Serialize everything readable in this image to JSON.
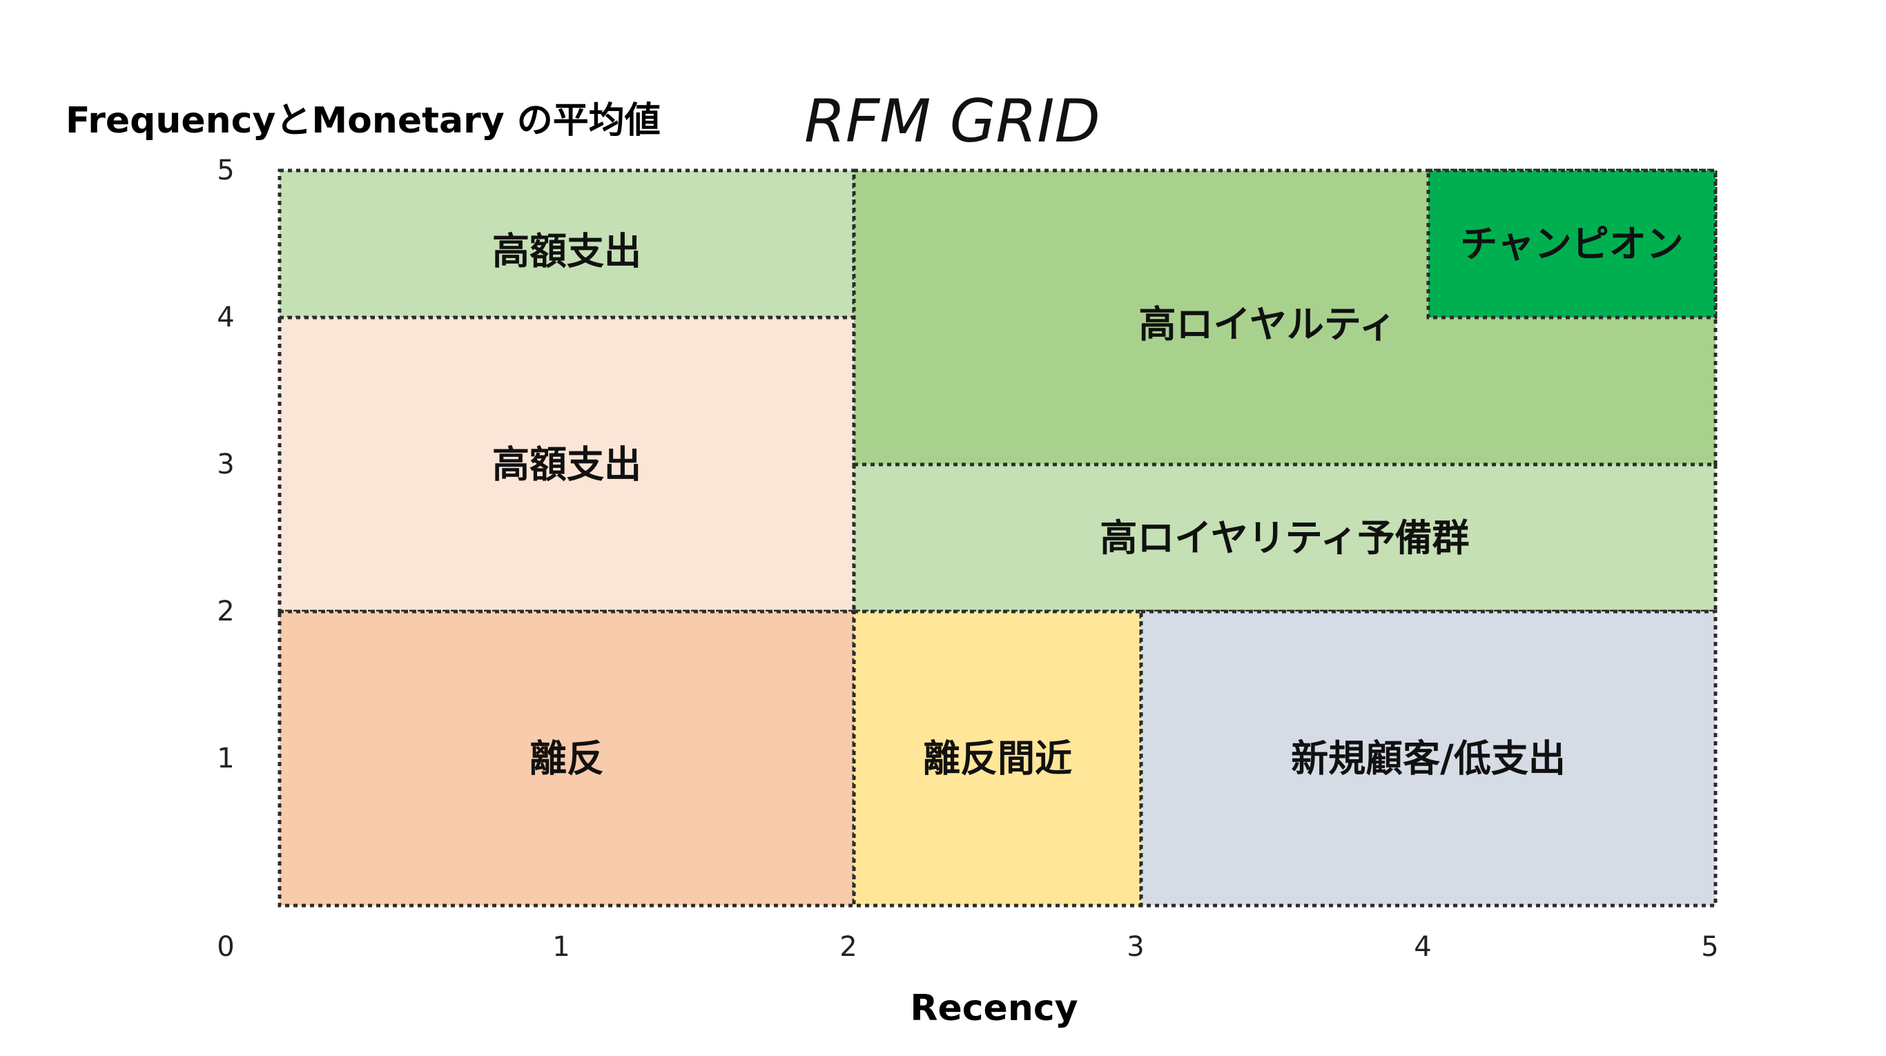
{
  "chart_data": {
    "type": "grid",
    "title": "RFM GRID",
    "xlabel": "Recency",
    "ylabel": "FrequencyとMonetary の平均値",
    "xlim": [
      0,
      5
    ],
    "ylim": [
      0,
      5
    ],
    "x_ticks": [
      "0",
      "1",
      "2",
      "3",
      "4",
      "5"
    ],
    "y_ticks": [
      "0",
      "1",
      "2",
      "3",
      "4",
      "5"
    ],
    "segments": [
      {
        "label": "高額支出",
        "x0": 0,
        "x1": 2,
        "y0": 4,
        "y1": 5,
        "color": "#c5e0b4"
      },
      {
        "label": "高額支出",
        "x0": 0,
        "x1": 2,
        "y0": 2,
        "y1": 4,
        "color": "#fbe5d6"
      },
      {
        "label": "離反",
        "x0": 0,
        "x1": 2,
        "y0": 0,
        "y1": 2,
        "color": "#f8cbad"
      },
      {
        "label": "高ロイヤルティ",
        "x0": 2,
        "x1": 5,
        "y0": 3,
        "y1": 5,
        "color": "#a9d18e"
      },
      {
        "label": "チャンピオン",
        "x0": 4,
        "x1": 5,
        "y0": 4,
        "y1": 5,
        "color": "#00b050"
      },
      {
        "label": "高ロイヤリティ予備群",
        "x0": 2,
        "x1": 5,
        "y0": 2,
        "y1": 3,
        "color": "#c5e0b4"
      },
      {
        "label": "離反間近",
        "x0": 2,
        "x1": 3,
        "y0": 0,
        "y1": 2,
        "color": "#ffe699"
      },
      {
        "label": "新規顧客/低支出",
        "x0": 3,
        "x1": 5,
        "y0": 0,
        "y1": 2,
        "color": "#d6dce5"
      }
    ]
  }
}
